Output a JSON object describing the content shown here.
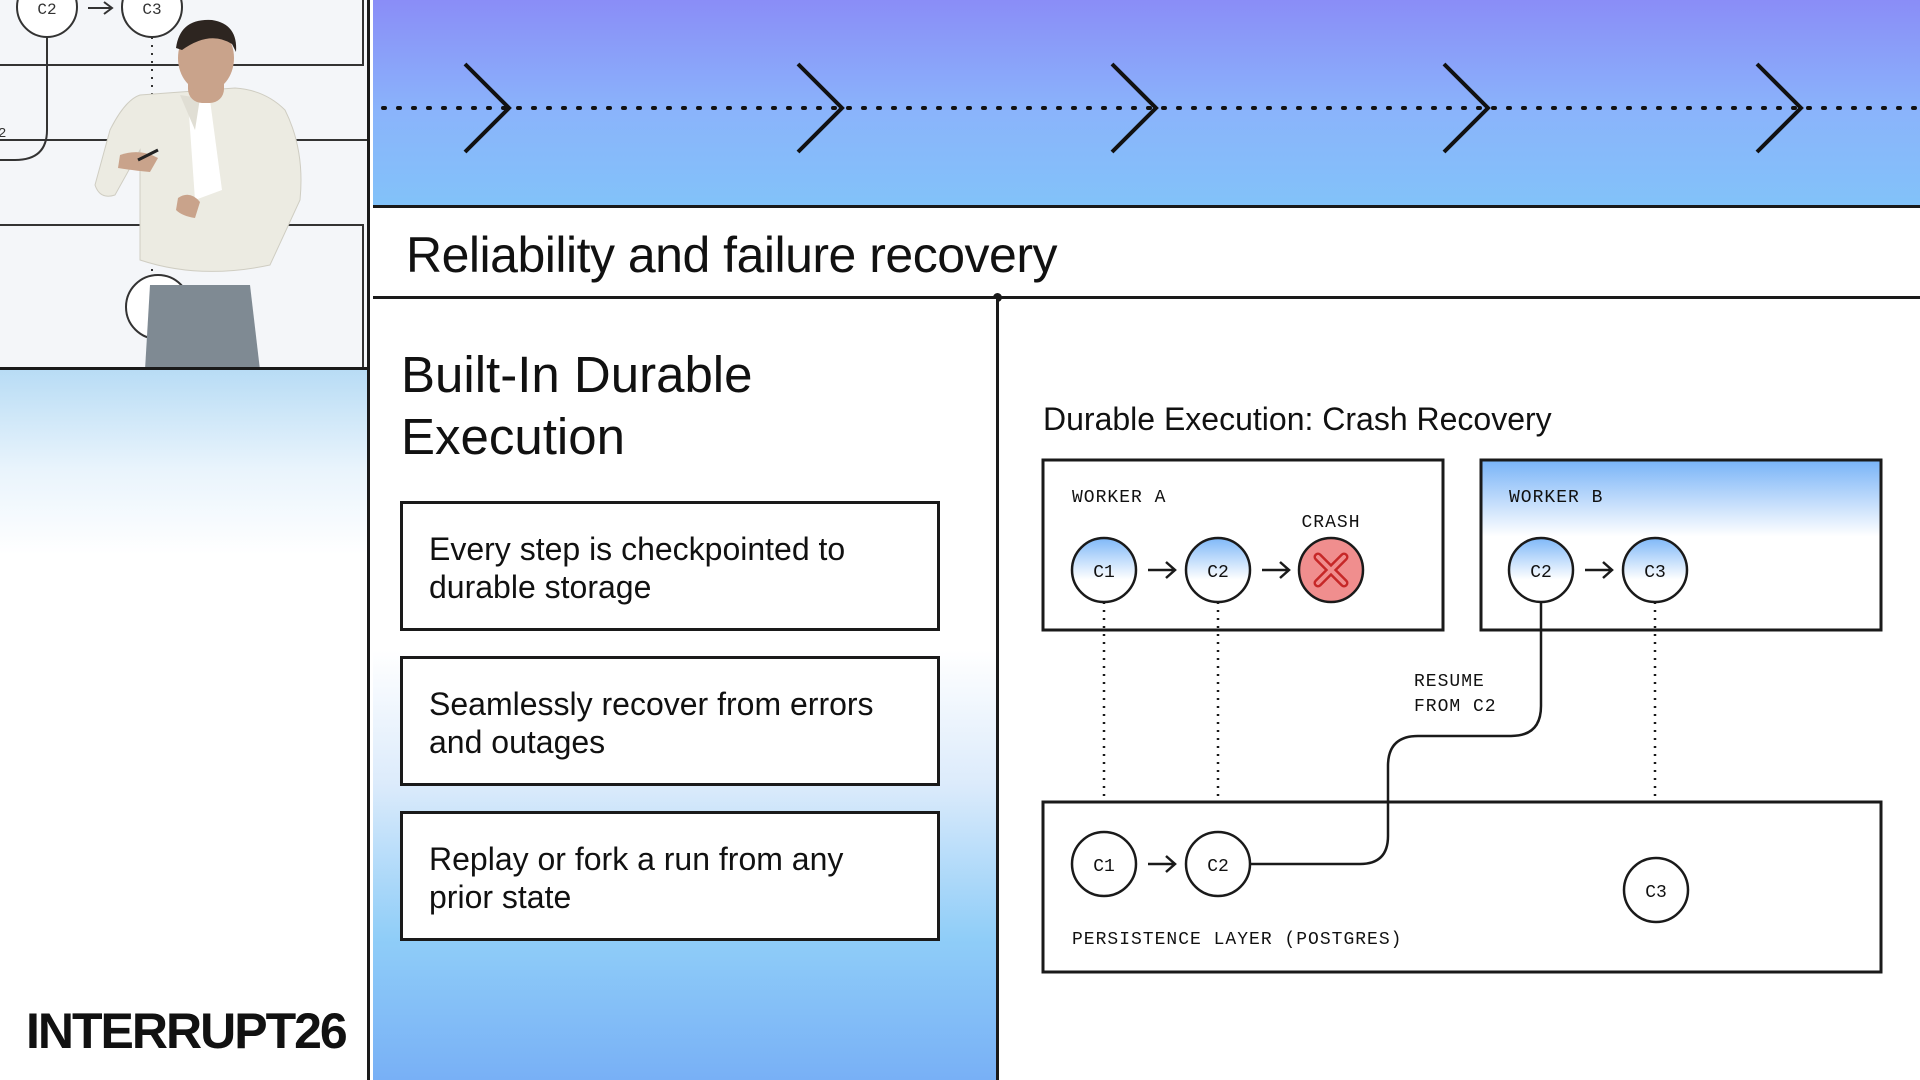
{
  "video": {
    "nodes": [
      "C2",
      "C3"
    ],
    "fragment_label": "2"
  },
  "event": {
    "logo": "INTERRUPT26"
  },
  "slide": {
    "title": "Reliability and failure recovery",
    "section_heading": "Built-In Durable Execution",
    "cards": [
      {
        "text": "Every step is checkpointed to durable storage"
      },
      {
        "text": "Seamlessly recover from errors and outages"
      },
      {
        "text": "Replay or fork a run from any prior state"
      }
    ]
  },
  "diagram": {
    "title": "Durable Execution: Crash Recovery",
    "worker_a": {
      "label": "WORKER A",
      "nodes": [
        "C1",
        "C2"
      ],
      "crash_label": "CRASH"
    },
    "worker_b": {
      "label": "WORKER B",
      "nodes": [
        "C2",
        "C3"
      ]
    },
    "resume": {
      "line1": "RESUME",
      "line2": "FROM C2"
    },
    "persistence": {
      "label": "PERSISTENCE LAYER (POSTGRES)",
      "nodes": [
        "C1",
        "C2",
        "C3"
      ]
    },
    "colors": {
      "crash_fill": "#f08e8e",
      "crash_mark": "#c62828",
      "node_gradient_top": "#7fb8f8",
      "worker_b_gradient_top": "#78b3f7"
    }
  }
}
